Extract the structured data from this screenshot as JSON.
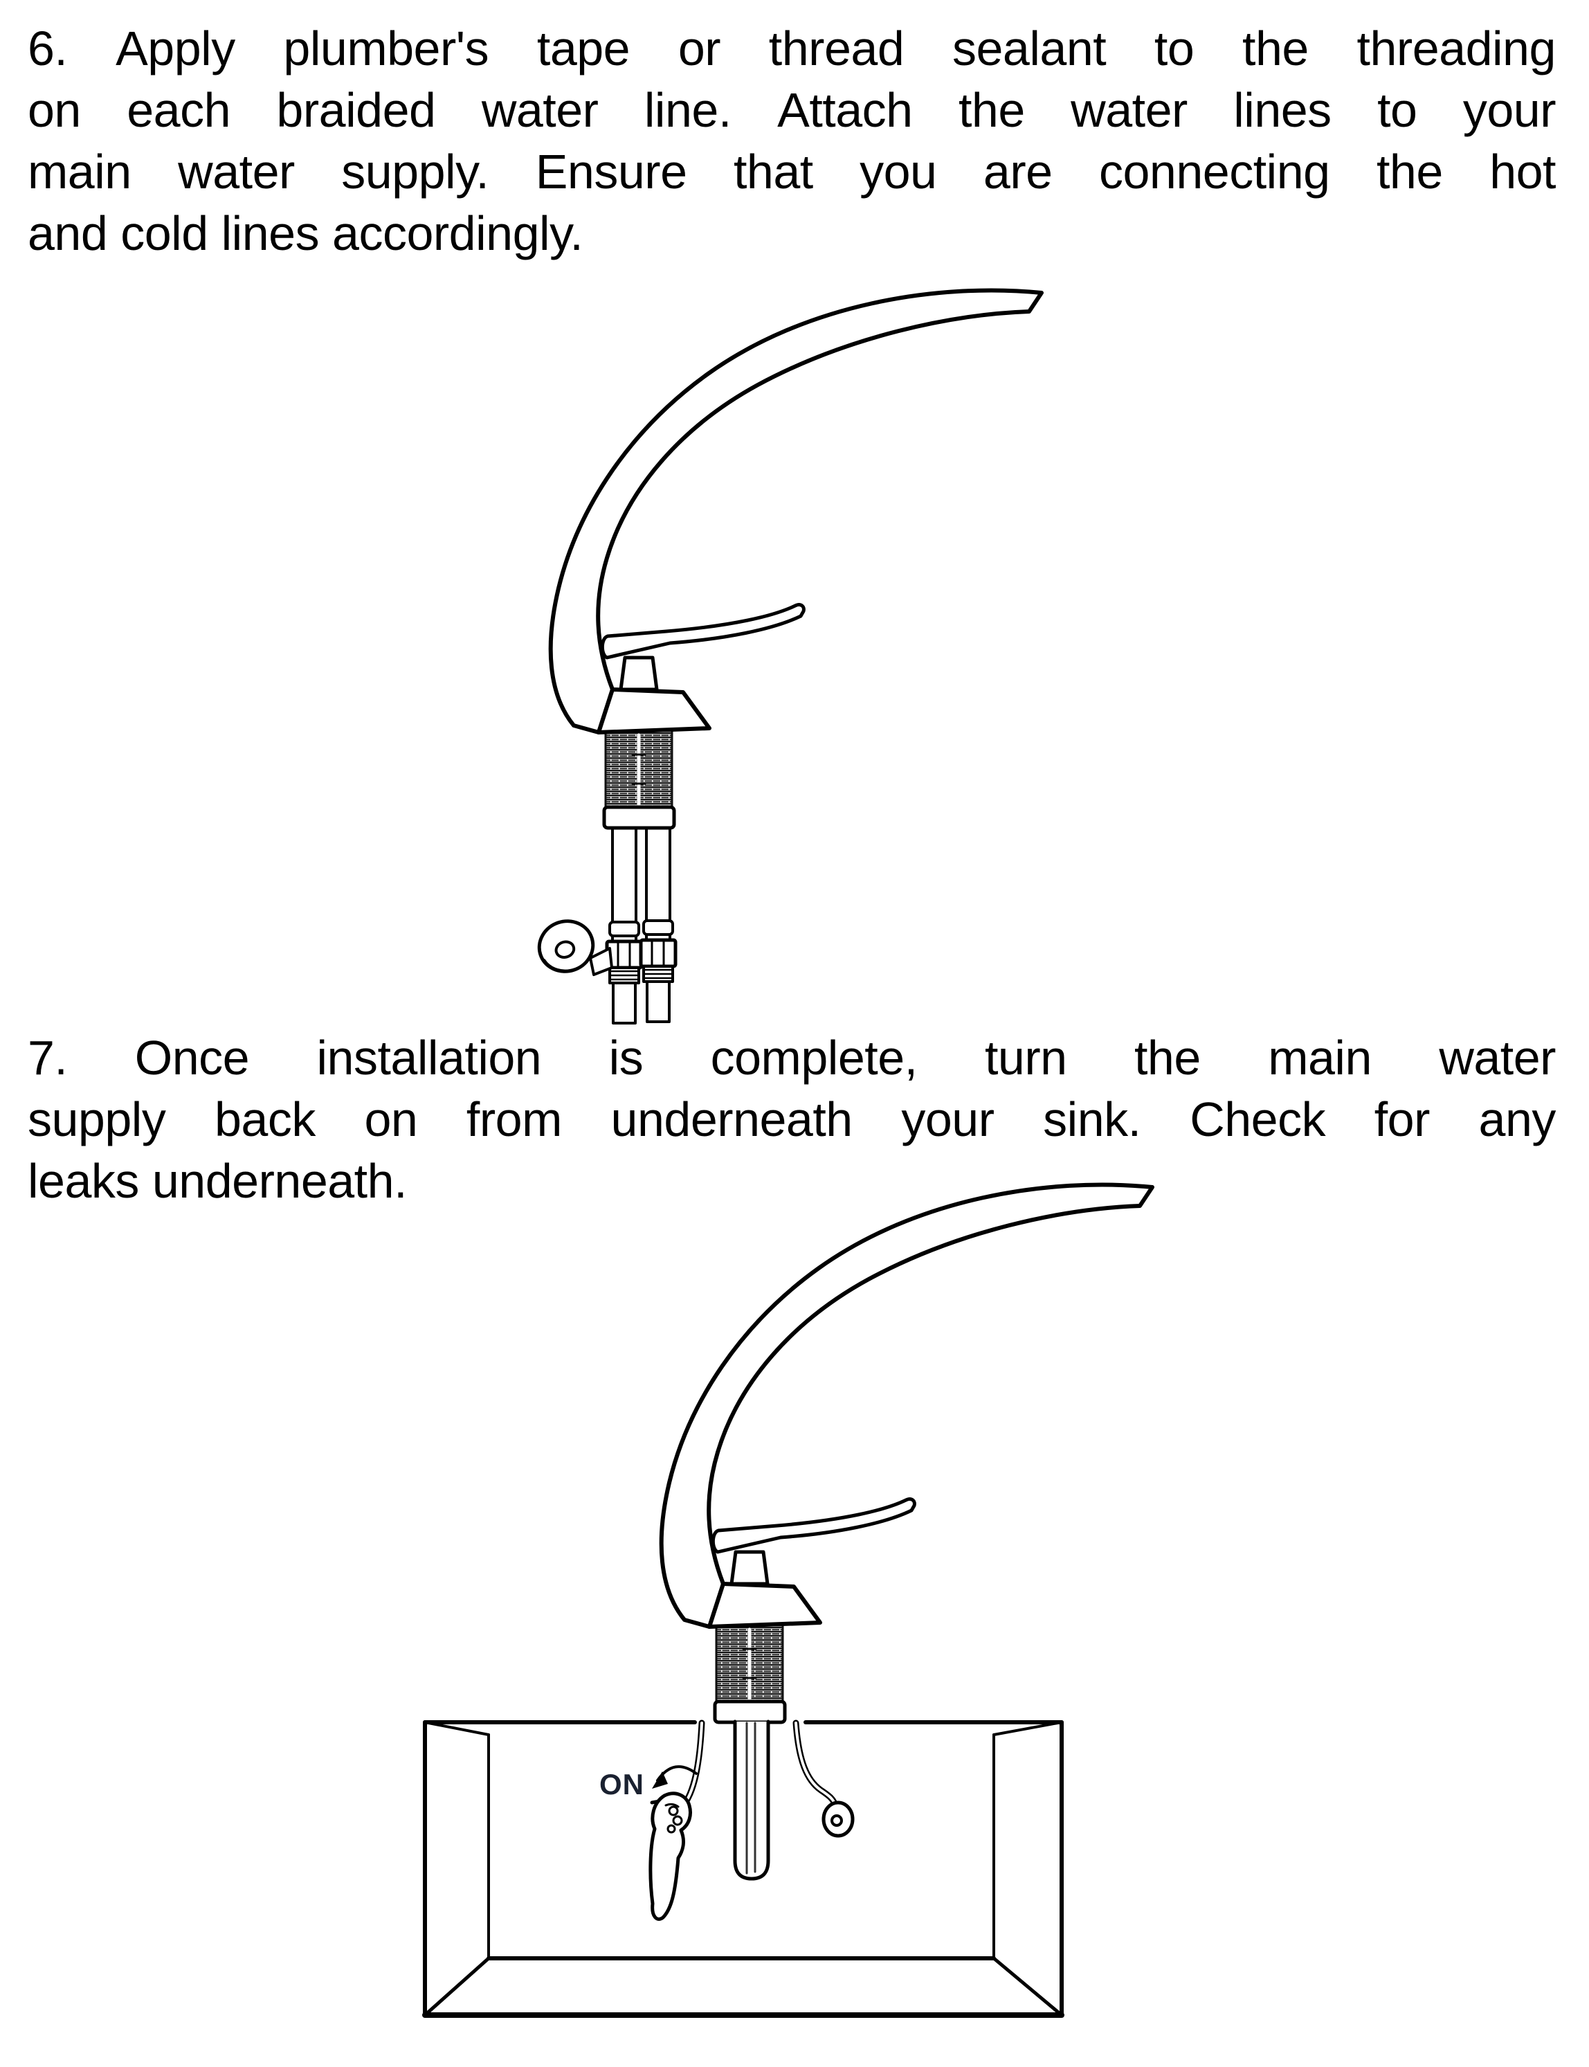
{
  "page": {
    "background": "#ffffff",
    "text_color": "#010101",
    "kind": "installation instruction sheet"
  },
  "step6": {
    "lines": [
      "6. Apply plumber's tape or thread sealant to the threading",
      "on each braided water line. Attach the water lines to your",
      "main water supply. Ensure that you are connecting the hot",
      "and cold lines accordingly."
    ]
  },
  "step7": {
    "lines": [
      "7. Once installation is complete, turn the main water",
      "supply back on from underneath your sink. Check for any",
      "leaks underneath."
    ]
  },
  "illustration1": {
    "name": "faucet-with-braided-supply-lines",
    "parts": [
      "curved-spout",
      "lever-handle",
      "threaded-shank",
      "mounting-collar",
      "braided-water-line",
      "hex-coupling-nut",
      "plumbers-tape-roll"
    ]
  },
  "illustration2": {
    "name": "faucet-installed-on-sink-cabinet",
    "on_label": "ON",
    "on_label_color": "#1a2130",
    "parts": [
      "curved-spout",
      "lever-handle",
      "threaded-shank",
      "countertop-cabinet",
      "drain-tailpiece",
      "supply-line",
      "shutoff-valve",
      "hand-turning-valve",
      "rotation-arrow"
    ]
  }
}
